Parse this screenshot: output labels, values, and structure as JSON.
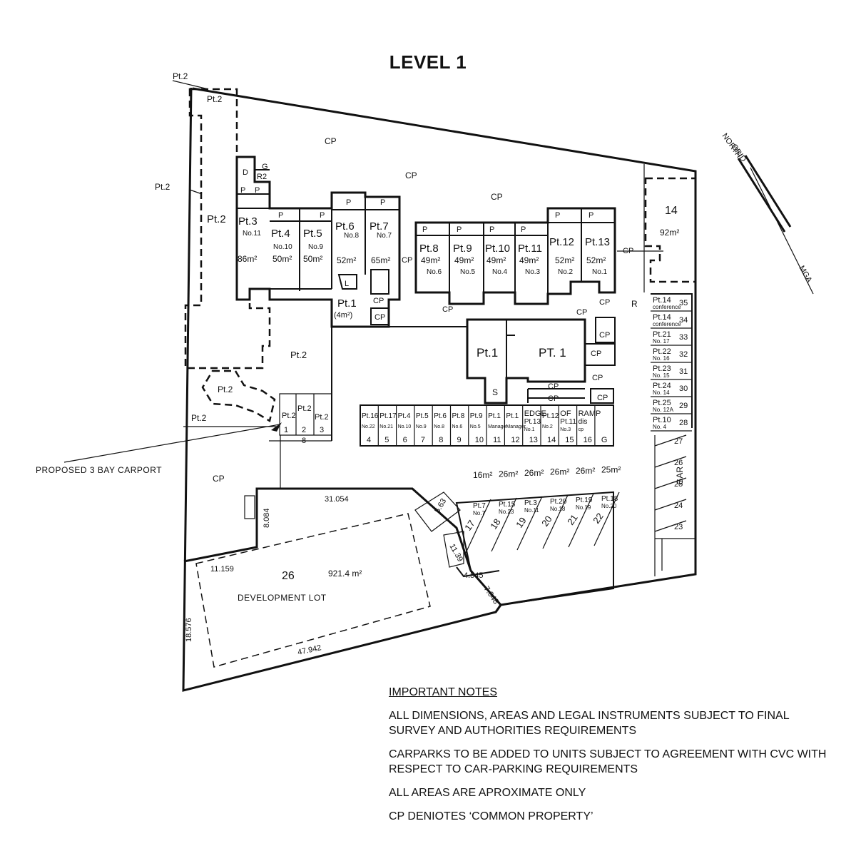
{
  "title": "LEVEL 1",
  "north": {
    "label1": "GRID",
    "label2": "NORTH",
    "label3": "MGA"
  },
  "lots": {
    "pt1": "Pt.1",
    "pt1b": "PT. 1",
    "pt1_area": "(4m²)",
    "pt2": "Pt.2",
    "pt3": "Pt.3",
    "pt4": "Pt.4",
    "pt5": "Pt.5",
    "pt6": "Pt.6",
    "pt7": "Pt.7",
    "pt8": "Pt.8",
    "pt9": "Pt.9",
    "pt10": "Pt.10",
    "pt11": "Pt.11",
    "pt12": "Pt.12",
    "pt13": "Pt.13",
    "no1": "No.1",
    "no2": "No.2",
    "no3": "No.3",
    "no4": "No.4",
    "no5": "No.5",
    "no6": "No.6",
    "no7": "No.7",
    "no8": "No.8",
    "no9": "No.9",
    "no10": "No.10",
    "no11": "No.11",
    "a86": "86m²",
    "a50": "50m²",
    "a52": "52m²",
    "a65": "65m²",
    "a49": "49m²",
    "lot14": "14",
    "a92": "92m²",
    "cp": "CP",
    "p": "P",
    "s": "S",
    "l": "L",
    "d": "D",
    "g": "G",
    "r2": "R2",
    "r": "R"
  },
  "right_bays": [
    {
      "pt": "Pt.14",
      "no": "conference",
      "n": "35"
    },
    {
      "pt": "Pt.14",
      "no": "conference",
      "n": "34"
    },
    {
      "pt": "Pt.21",
      "no": "No. 17",
      "n": "33"
    },
    {
      "pt": "Pt.22",
      "no": "No. 16",
      "n": "32"
    },
    {
      "pt": "Pt.23",
      "no": "No. 15",
      "n": "31"
    },
    {
      "pt": "Pt.24",
      "no": "No. 14",
      "n": "30"
    },
    {
      "pt": "Pt.25",
      "no": "No. 12A",
      "n": "29"
    },
    {
      "pt": "Pt.10",
      "no": "No. 4",
      "n": "28"
    }
  ],
  "right_bays_lower": [
    "27",
    "26",
    "25",
    "24",
    "23"
  ],
  "gar": "GAR",
  "carport": {
    "pt2": "Pt.2",
    "nums": [
      "1",
      "2",
      "3"
    ],
    "n8": "8"
  },
  "center_bays": [
    {
      "pt": "Pt.16",
      "no": "No.22",
      "n": "4"
    },
    {
      "pt": "Pt.17",
      "no": "No.21",
      "n": "5"
    },
    {
      "pt": "Pt.4",
      "no": "No.10",
      "n": "6"
    },
    {
      "pt": "Pt.5",
      "no": "No.9",
      "n": "7"
    },
    {
      "pt": "Pt.6",
      "no": "No.8",
      "n": "8"
    },
    {
      "pt": "Pt.8",
      "no": "No.6",
      "n": "9"
    },
    {
      "pt": "Pt.9",
      "no": "No.5",
      "n": "10"
    },
    {
      "pt": "Pt.1",
      "no": "Manager",
      "n": "11"
    },
    {
      "pt": "Pt.1",
      "no": "Manager",
      "n": "12"
    },
    {
      "pt": "Pt.13",
      "no": "No.1",
      "n": "13",
      "top": "EDGE"
    },
    {
      "pt": "Pt.12",
      "no": "No.2",
      "n": "14"
    },
    {
      "pt": "Pt.11",
      "no": "No.3",
      "n": "15",
      "top": "OF"
    },
    {
      "pt": "dis",
      "no": "cp",
      "n": "16",
      "top": "RAMP"
    },
    {
      "pt": "",
      "no": "",
      "n": "G"
    }
  ],
  "garages": [
    {
      "n": "17",
      "pt": "Pt.7",
      "no": "No.7",
      "area": "16m²"
    },
    {
      "n": "18",
      "pt": "Pt.15",
      "no": "No.23",
      "area": "26m²"
    },
    {
      "n": "19",
      "pt": "Pt.3",
      "no": "No.11",
      "area": "26m²"
    },
    {
      "n": "20",
      "pt": "Pt.20",
      "no": "No.18",
      "area": "26m²"
    },
    {
      "n": "21",
      "pt": "Pt.19",
      "no": "No.19",
      "area": "26m²"
    },
    {
      "n": "22",
      "pt": "Pt.18",
      "no": "No.20",
      "area": "25m²"
    }
  ],
  "dims": {
    "d31054": "31.054",
    "d8084": "8.084",
    "d11159": "11.159",
    "d18576": "18.576",
    "d47942": "47.942",
    "d563": "5.63",
    "d1139": "11.39",
    "d4545": "4.545",
    "d7048": "7.048"
  },
  "devlot": {
    "num": "26",
    "area": "921.4 m²",
    "label": "DEVELOPMENT LOT"
  },
  "carport_label": "PROPOSED 3 BAY CARPORT",
  "notes": {
    "heading": "IMPORTANT NOTES",
    "items": [
      "ALL DIMENSIONS, AREAS AND LEGAL INSTRUMENTS SUBJECT TO FINAL SURVEY AND AUTHORITIES REQUIREMENTS",
      "CARPARKS TO BE ADDED TO UNITS SUBJECT TO AGREEMENT WITH CVC WITH RESPECT TO CAR-PARKING REQUIREMENTS",
      "ALL AREAS ARE APROXIMATE ONLY",
      "CP DENIOTES ‘COMMON PROPERTY’"
    ]
  }
}
